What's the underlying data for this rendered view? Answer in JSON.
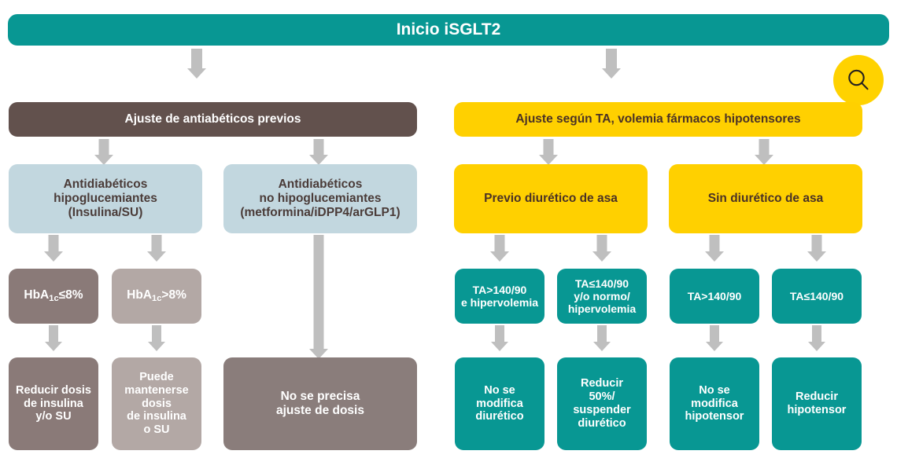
{
  "title": {
    "text": "Inicio iSGLT2"
  },
  "search_badge": {
    "icon": "search-icon",
    "label": ""
  },
  "colors": {
    "teal": "#089793",
    "brown": "#62514D",
    "light_blue": "#C2D7DF",
    "yellow": "#FFD000",
    "mauve_dark": "#8A7A78",
    "mauve_light": "#B3A8A5",
    "mauve_mid": "#8A7D7B",
    "arrow_gray": "#BFBFBF",
    "badge_yellow": "#FFD200"
  },
  "branches": {
    "left": {
      "header": "Ajuste de antiabéticos previos",
      "nodes": {
        "hypoglycemic": "Antidiabéticos\nhipoglucemiantes\n(Insulina/SU)",
        "non_hypoglycemic": "Antidiabéticos\nno hipoglucemiantes\n(metformina/iDPP4/arGLP1)",
        "hba1c_low_prefix": "HbA",
        "hba1c_low_sub": "1c",
        "hba1c_low_suffix": "≤8%",
        "hba1c_high_prefix": "HbA",
        "hba1c_high_sub": "1c",
        "hba1c_high_suffix": ">8%",
        "outcome_reduce": "Reducir dosis\nde insulina\ny/o SU",
        "outcome_maintain": "Puede\nmantenerse\ndosis\nde insulina\no SU",
        "outcome_no_change": "No se precisa\najuste de dosis"
      }
    },
    "right": {
      "header": "Ajuste según TA, volemia fármacos hipotensores",
      "nodes": {
        "prior_loop_diuretic": "Previo diurético de asa",
        "no_loop_diuretic": "Sin diurético de asa",
        "ta_high_hyper": "TA>140/90\ne hipervolemia",
        "ta_low_normo": "TA≤140/90\ny/o normo/\nhipervolemia",
        "ta_high": "TA>140/90",
        "ta_low": "TA≤140/90",
        "outcome_keep_diuretic": "No se\nmodifica\ndiurético",
        "outcome_reduce_diuretic": "Reducir\n50%/\nsuspender\ndiurético",
        "outcome_keep_hypotensive": "No se\nmodifica\nhipotensor",
        "outcome_reduce_hypotensive": "Reducir\nhipotensor"
      }
    }
  }
}
